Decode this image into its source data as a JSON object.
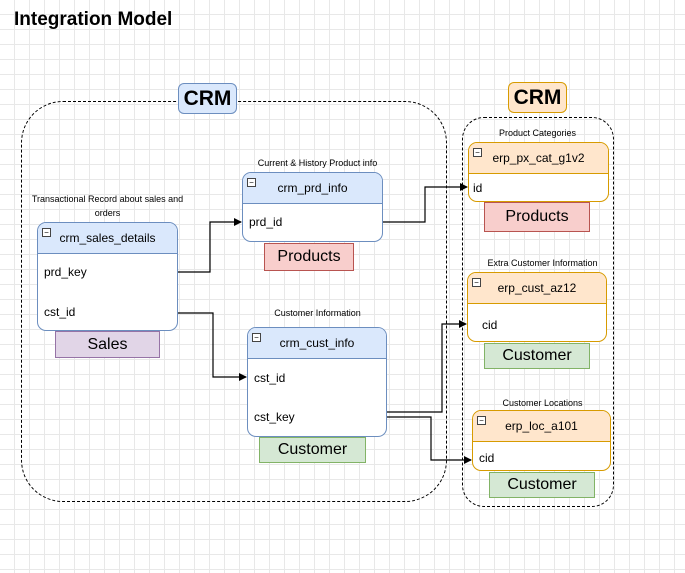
{
  "title": "Integration Model",
  "groups": {
    "crm": {
      "label": "CRM"
    },
    "erp": {
      "label": "CRM"
    }
  },
  "captions": {
    "sales": "Transactional Record about sales and orders",
    "prd": "Current & History Product info",
    "cust": "Customer Information",
    "px_cat": "Product Categories",
    "cust_az": "Extra Customer Information",
    "loc": "Customer Locations"
  },
  "tables": {
    "sales": {
      "name": "crm_sales_details",
      "fields": [
        "prd_key",
        "cst_id"
      ],
      "tag": "Sales"
    },
    "prd": {
      "name": "crm_prd_info",
      "fields": [
        "prd_id"
      ],
      "tag": "Products"
    },
    "cust": {
      "name": "crm_cust_info",
      "fields": [
        "cst_id",
        "cst_key"
      ],
      "tag": "Customer"
    },
    "px_cat": {
      "name": "erp_px_cat_g1v2",
      "fields": [
        "id"
      ],
      "tag": "Products"
    },
    "cust_az": {
      "name": "erp_cust_az12",
      "fields": [
        "cid"
      ],
      "tag": "Customer"
    },
    "loc": {
      "name": "erp_loc_a101",
      "fields": [
        "cid"
      ],
      "tag": "Customer"
    }
  },
  "collapse_glyph": "−",
  "colors": {
    "blue_fill": "#dae8fc",
    "orange_fill": "#ffe6cc",
    "red_fill": "#f8cecc",
    "green_fill": "#d5e8d4",
    "purple_fill": "#e1d5e7"
  }
}
